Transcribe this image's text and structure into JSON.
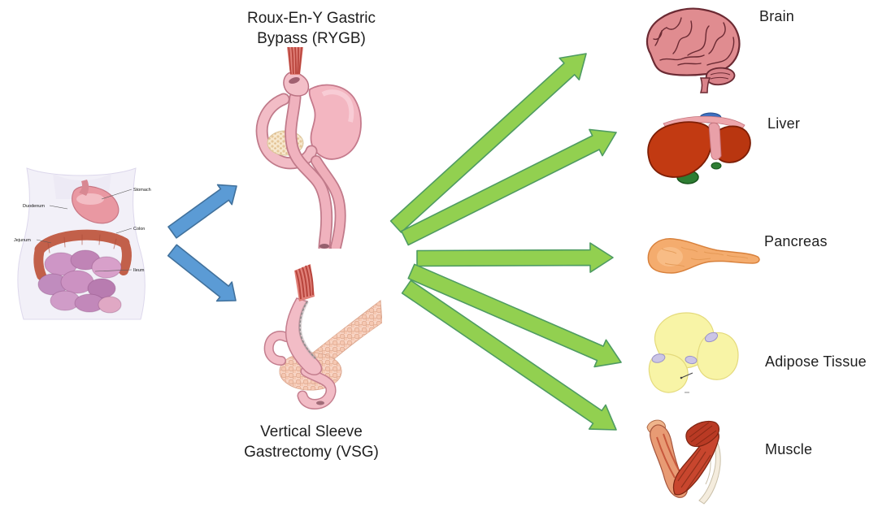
{
  "figure": {
    "anatomy_labels": [
      {
        "label": "Stomach"
      },
      {
        "label": "Duodenum"
      },
      {
        "label": "Colon"
      },
      {
        "label": "Jejunum"
      },
      {
        "label": "Ileum"
      }
    ],
    "procedures": [
      {
        "id": "rygb",
        "label": "Roux-En-Y Gastric\nBypass (RYGB)"
      },
      {
        "id": "vsg",
        "label": "Vertical Sleeve\nGastrectomy (VSG)"
      }
    ],
    "organs": [
      {
        "id": "brain",
        "label": "Brain"
      },
      {
        "id": "liver",
        "label": "Liver"
      },
      {
        "id": "pancreas",
        "label": "Pancreas"
      },
      {
        "id": "adipose",
        "label": "Adipose Tissue"
      },
      {
        "id": "muscle",
        "label": "Muscle"
      }
    ],
    "colors": {
      "background": "#FFFFFF",
      "label_text": "#1F1F1F",
      "arrow_blue_fill": "#5B9BD5",
      "arrow_blue_stroke": "#41719C",
      "arrow_green_fill": "#92D050",
      "arrow_green_stroke": "#4E9B62",
      "brain_fill": "#E08C90",
      "liver_fill": "#C23A12",
      "pancreas_fill": "#F4AC6E",
      "adipose_fill": "#F8F4A6",
      "muscle_fill": "#C8462E",
      "anatomy_pink": "#F2BCC6"
    }
  }
}
